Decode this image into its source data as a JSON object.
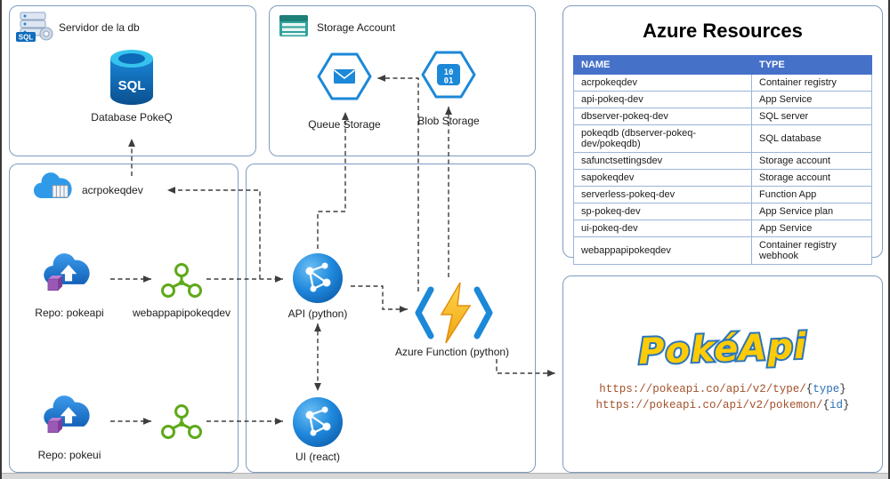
{
  "groups": {
    "db": {
      "title": "Servidor de la db",
      "database_label": "Database PokeQ",
      "sql_text": "SQL",
      "server_icon_text": "SQL"
    },
    "storage": {
      "title": "Storage Account",
      "queue_label": "Queue Storage",
      "blob_label": "Blob Storage",
      "blob_digits_top": "10",
      "blob_digits_bottom": "01"
    },
    "repos": {
      "acr_label": "acrpokeqdev",
      "repo_api_label": "Repo: pokeapi",
      "webhook_label": "webappapipokeqdev",
      "repo_ui_label": "Repo: pokeui"
    },
    "apps": {
      "api_label": "API (python)",
      "ui_label": "UI (react)",
      "function_label": "Azure Function (python)"
    }
  },
  "resources": {
    "title": "Azure Resources",
    "columns": [
      "NAME",
      "TYPE"
    ],
    "rows": [
      [
        "acrpokeqdev",
        "Container registry"
      ],
      [
        "api-pokeq-dev",
        "App Service"
      ],
      [
        "dbserver-pokeq-dev",
        "SQL server"
      ],
      [
        "pokeqdb (dbserver-pokeq-dev/pokeqdb)",
        "SQL database"
      ],
      [
        "safunctsettingsdev",
        "Storage account"
      ],
      [
        "sapokeqdev",
        "Storage account"
      ],
      [
        "serverless-pokeq-dev",
        "Function App"
      ],
      [
        "sp-pokeq-dev",
        "App Service plan"
      ],
      [
        "ui-pokeq-dev",
        "App Service"
      ],
      [
        "webappapipokeqdev",
        "Container registry webhook"
      ]
    ]
  },
  "pokeapi": {
    "logo_text": "PokéApi",
    "brace_open": "{",
    "brace_close": "}",
    "urls": [
      {
        "base": "https://pokeapi.co/api/v2/type/",
        "param": "type"
      },
      {
        "base": "https://pokeapi.co/api/v2/pokemon/",
        "param": "id"
      }
    ]
  },
  "colors": {
    "azure_blue": "#1b88d8",
    "box_border": "#7e9cc0",
    "table_header": "#4671c9",
    "webhook_green": "#5ea919",
    "function_yellow": "#f7c21a",
    "pokeapi_yellow": "#ffcb05",
    "pokeapi_blue": "#2a75bb",
    "url_text": "#a3512b",
    "url_param": "#2970b8",
    "arrow": "#3d3d3d"
  }
}
